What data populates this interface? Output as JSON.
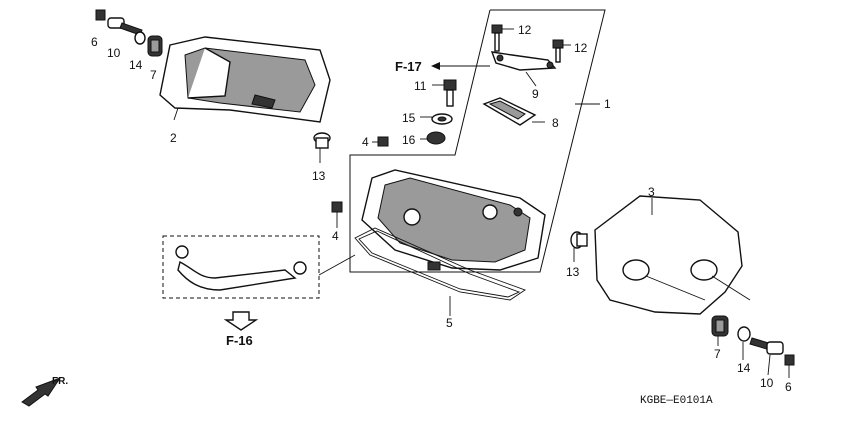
{
  "diagram": {
    "code": "KGBE—E0101A",
    "refs": {
      "f17": "F-17",
      "f16": "F-16"
    },
    "direction": "FR.",
    "callouts": {
      "c1": "1",
      "c2": "2",
      "c3": "3",
      "c4a": "4",
      "c4b": "4",
      "c5": "5",
      "c6a": "6",
      "c6b": "6",
      "c7a": "7",
      "c7b": "7",
      "c8": "8",
      "c9": "9",
      "c10a": "10",
      "c10b": "10",
      "c11": "11",
      "c12a": "12",
      "c12b": "12",
      "c13a": "13",
      "c13b": "13",
      "c14a": "14",
      "c14b": "14",
      "c15": "15",
      "c16": "16"
    }
  }
}
